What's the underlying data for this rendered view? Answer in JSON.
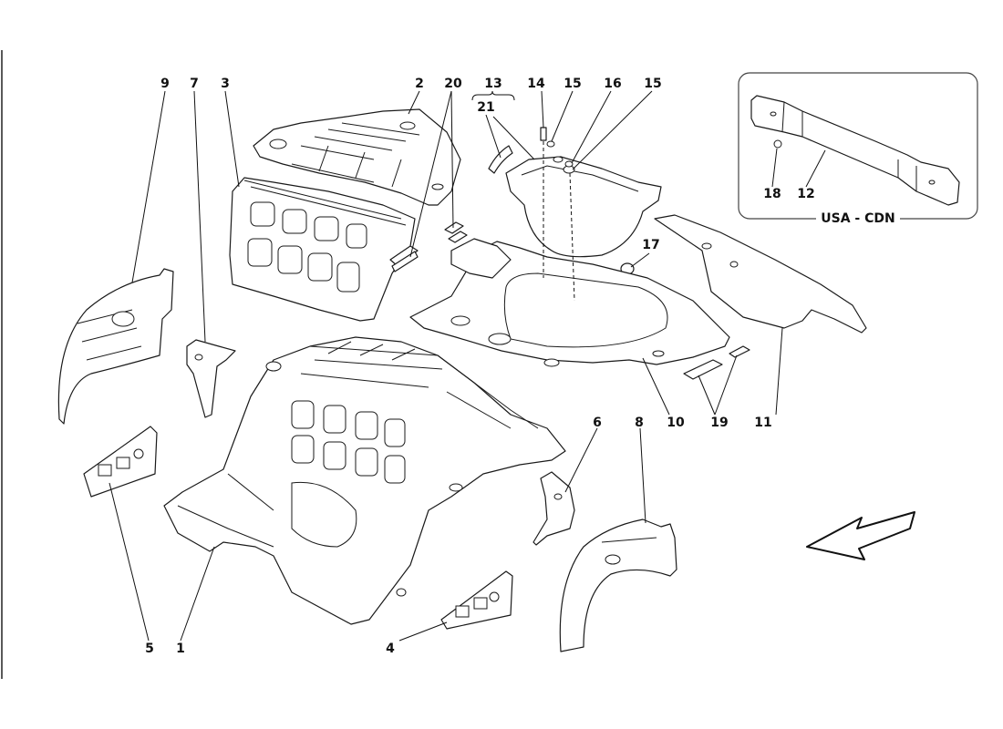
{
  "callouts": {
    "c9": "9",
    "c7": "7",
    "c3": "3",
    "c2": "2",
    "c20": "20",
    "c13": "13",
    "c21": "21",
    "c14": "14",
    "c15a": "15",
    "c16": "16",
    "c15b": "15",
    "c17": "17",
    "c18": "18",
    "c12": "12",
    "c6": "6",
    "c8": "8",
    "c10": "10",
    "c19": "19",
    "c11": "11",
    "c5": "5",
    "c1": "1",
    "c4": "4"
  },
  "inset": {
    "label": "USA - CDN"
  },
  "colors": {
    "line": "#1a1a1a",
    "background": "#ffffff",
    "inset_border": "#444444"
  },
  "icons": {
    "direction_arrow": "arrow-down-left-icon"
  }
}
